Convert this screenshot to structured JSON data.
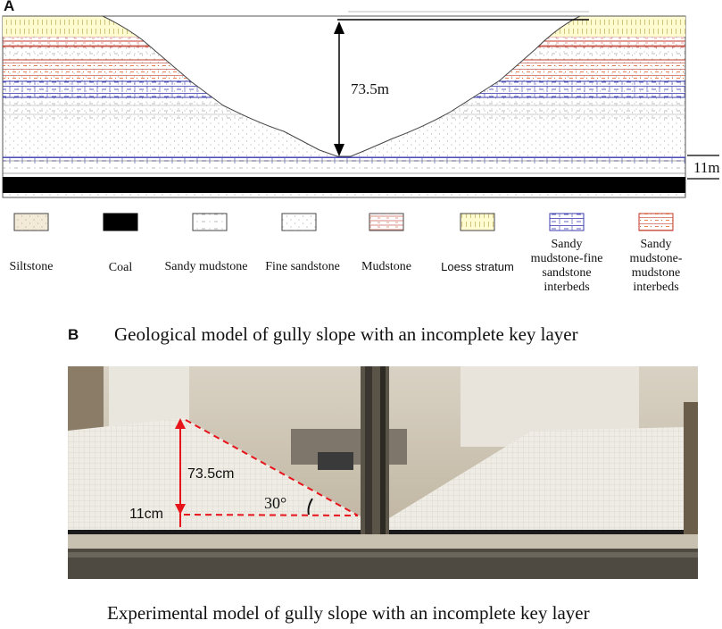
{
  "panel_a": {
    "letter": "A",
    "height_label": "73.5m",
    "layer_label": "11m"
  },
  "legend": [
    {
      "label": "Siltstone",
      "pattern": "siltstone"
    },
    {
      "label": "Coal",
      "pattern": "coal"
    },
    {
      "label": "Sandy mudstone",
      "pattern": "sandy-mudstone"
    },
    {
      "label": "Fine sandstone",
      "pattern": "fine-sandstone"
    },
    {
      "label": "Mudstone",
      "pattern": "mudstone"
    },
    {
      "label": "Loess stratum",
      "pattern": "loess"
    },
    {
      "label": "Sandy mudstone-fine sandstone interbeds",
      "pattern": "sm-fs"
    },
    {
      "label": "Sandy mudstone-mudstone interbeds",
      "pattern": "sm-m"
    }
  ],
  "panel_b": {
    "letter": "B",
    "caption_top": "Geological model of gully slope with an incomplete key layer",
    "height_label": "73.5cm",
    "angle_label": "30°",
    "layer_label": "11cm",
    "caption_bottom": "Experimental model of gully slope with an incomplete key layer"
  },
  "colors": {
    "mudstone_line": "#c0392b",
    "interbed_blue": "#3b3bb0",
    "interbed_orange": "#e0622a",
    "loess": "#fffbd0",
    "coal": "#000000",
    "dimension_red": "#e8141c"
  }
}
